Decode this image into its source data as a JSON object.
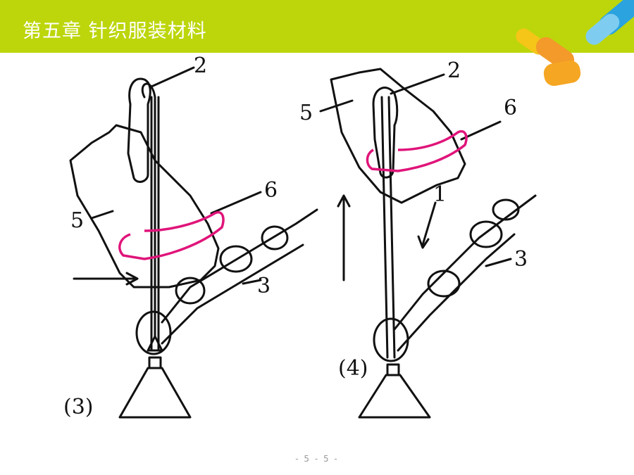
{
  "slide": {
    "title": "第五章  针织服装材料",
    "page_number": "- 5 - 5 -"
  },
  "figure": {
    "left_panel": {
      "caption": "(3)",
      "labels": {
        "needle": "2",
        "sinker": "5",
        "yarn": "6",
        "loops": "3"
      }
    },
    "right_panel": {
      "caption": "(4)",
      "labels": {
        "needle": "2",
        "sinker": "5",
        "yarn": "6",
        "arrow_label": "1",
        "loops": "3"
      }
    }
  },
  "colors": {
    "header_bg": "#bcd60b",
    "title_text": "#ffffff",
    "yarn_highlight": "#e0147a",
    "logo_blue": "#2ba3df",
    "logo_orange": "#f39a2b",
    "logo_yellow": "#f5c518"
  }
}
